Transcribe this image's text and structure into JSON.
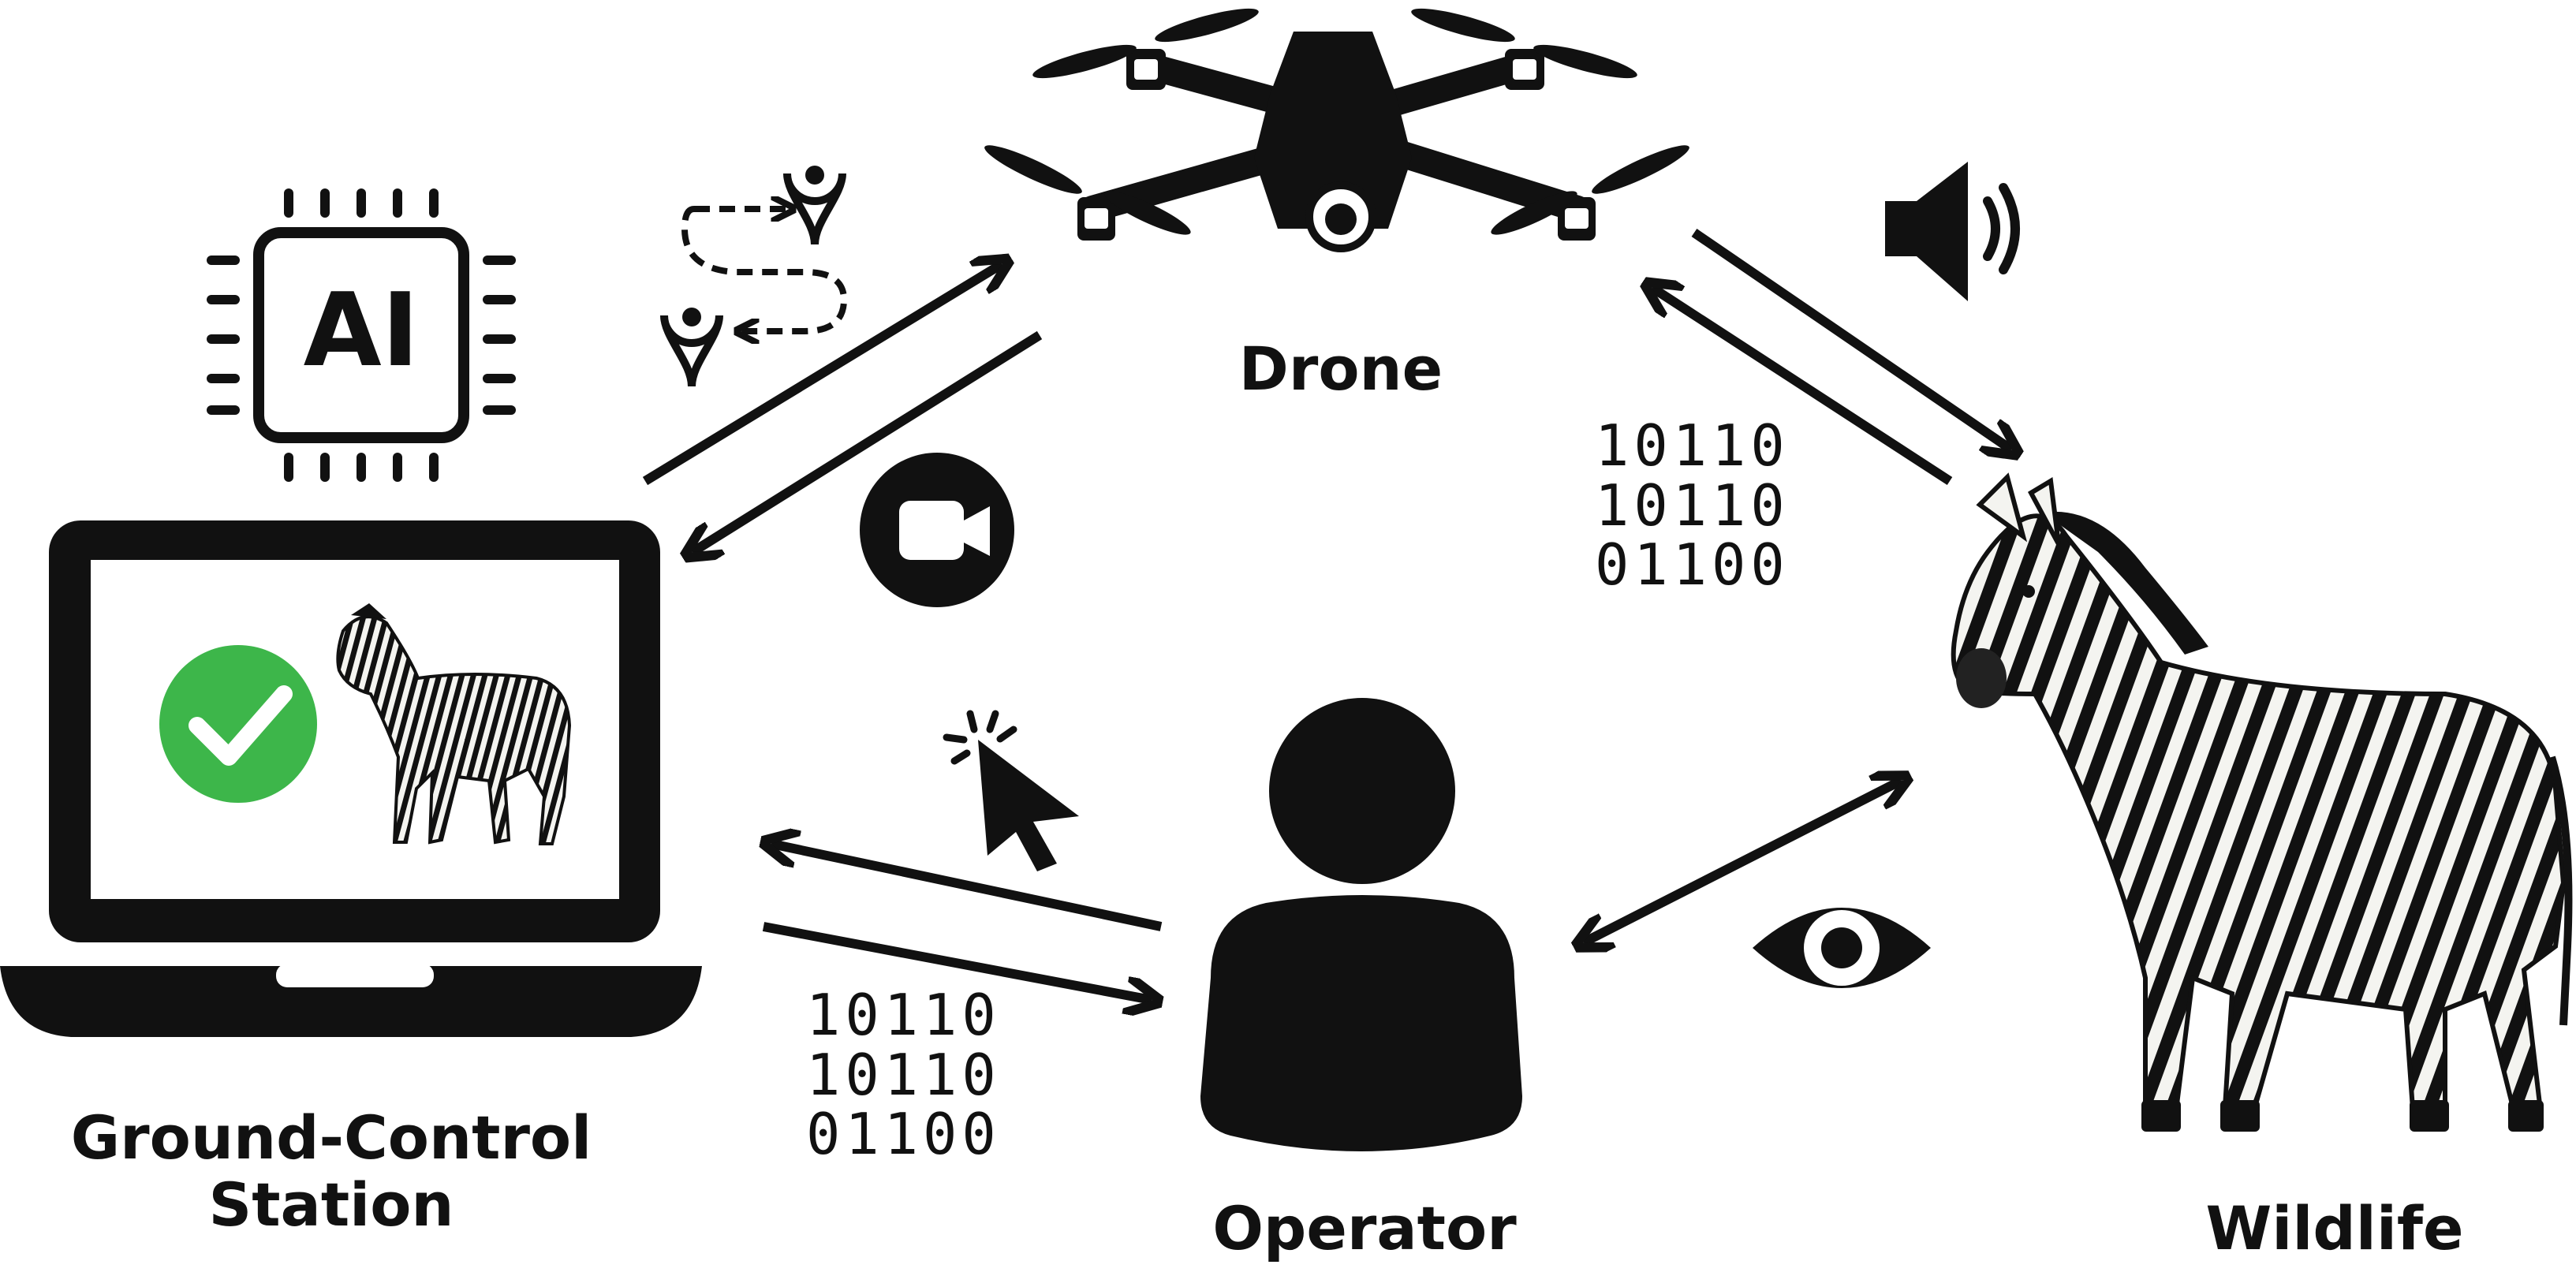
{
  "nodes": {
    "drone": {
      "label": "Drone"
    },
    "ground_station": {
      "label_line1": "Ground-Control",
      "label_line2": "Station"
    },
    "operator": {
      "label": "Operator"
    },
    "wildlife": {
      "label": "Wildlife"
    }
  },
  "ai_chip": {
    "text": "AI"
  },
  "data_streams": {
    "drone_to_wildlife": [
      "10110",
      "10110",
      "01100"
    ],
    "station_operator": [
      "10110",
      "10110",
      "01100"
    ]
  },
  "icons": {
    "waypoints": "route-waypoints-icon",
    "video": "video-camera-icon",
    "speaker": "speaker-sound-icon",
    "cursor": "mouse-click-cursor-icon",
    "eye": "eye-observation-icon",
    "check": "check-circle-icon",
    "ai": "ai-chip-icon"
  },
  "colors": {
    "ink": "#111111",
    "check_green": "#3db64a",
    "screen_bg": "#ffffff"
  }
}
